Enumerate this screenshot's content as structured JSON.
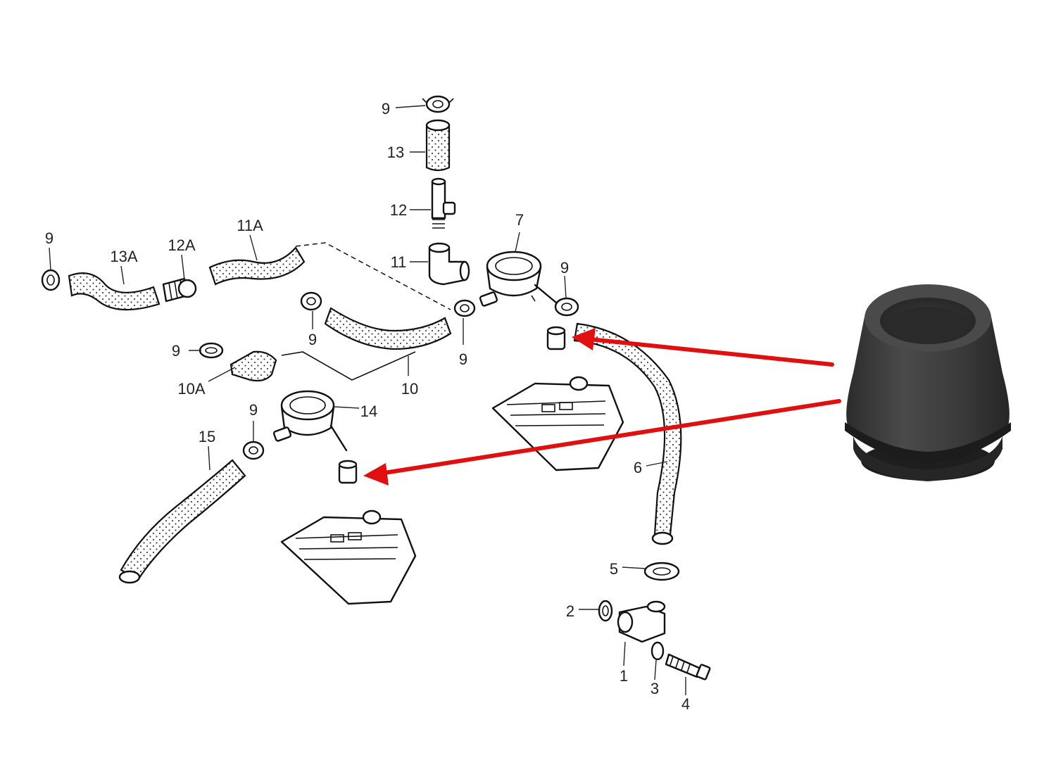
{
  "labels": {
    "p9_top": "9",
    "p13": "13",
    "p12": "12",
    "p11": "11",
    "p7": "7",
    "p9_right": "9",
    "p9_left": "9",
    "p13A": "13A",
    "p12A": "12A",
    "p11A": "11A",
    "p9_mid": "9",
    "p9_center": "9",
    "p9_small": "9",
    "p10A": "10A",
    "p10": "10",
    "p14": "14",
    "p9_lower": "9",
    "p15": "15",
    "p6": "6",
    "p5": "5",
    "p2": "2",
    "p1": "1",
    "p3": "3",
    "p4": "4"
  },
  "colors": {
    "arrow": "#e01010",
    "grommet": "#3a3a3a",
    "line": "#111111"
  },
  "icons": {
    "grommet_photo": "breather-grommet-icon"
  }
}
